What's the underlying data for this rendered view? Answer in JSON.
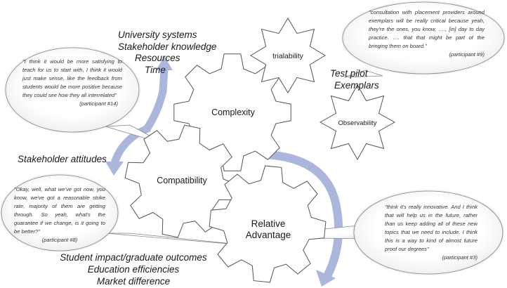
{
  "gears": {
    "complexity": "Complexity",
    "compatibility": "Compatibility",
    "relative_advantage_line1": "Relative",
    "relative_advantage_line2": "Advantage"
  },
  "stars": {
    "trialability": "trialability",
    "observability": "Observability"
  },
  "labels": {
    "university_systems": [
      "University systems",
      "Stakeholder knowledge",
      "Resources",
      "Time"
    ],
    "test_pilot": [
      "Test pilot",
      "Exemplars"
    ],
    "stakeholder_attitudes": "Stakeholder attitudes",
    "student_impact": [
      "Student impact/graduate outcomes",
      "Education efficiencies",
      "Market difference"
    ]
  },
  "quotes": {
    "q1": {
      "text": "\"I think it would be more satisfying to teach for us to start with, I think it would just make sense, like the feedback from students would be more positive because they could see how they all interrelated\"",
      "attribution": "(participant #14)"
    },
    "q2": {
      "text": "\"consultation with placement providers around exemplars will be really critical because yeah, they're the ones, you know, …., [in] day to day practice. …. that that might be part of the bringing them on board.\"",
      "attribution": "(participant #9)"
    },
    "q3": {
      "text": "\"Okay, well, what we've got now, you know, we've got a reasonable strike rate, majority of them are getting through. So yeah, what's the guarantee if we change, is it going to be better?\"",
      "attribution": "(participant #8)"
    },
    "q4": {
      "text": "\"think it's really innovative. And I think that will help us in the future, rather than us keep adding all of these new topics that we need to include. I think this is a way to kind of almost future proof our degrees\"",
      "attribution": "(participant #3)"
    }
  },
  "colors": {
    "arrow": "#aab6dc",
    "outline": "#555555",
    "fill": "#ffffff"
  }
}
